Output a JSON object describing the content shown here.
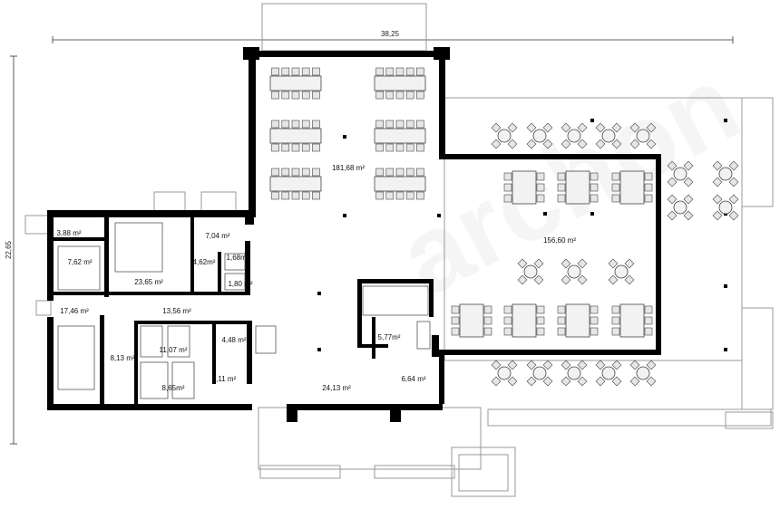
{
  "dimensions": {
    "width": "38,25",
    "height": "22,65"
  },
  "rooms": [
    {
      "id": "r1",
      "area": "181,68 m²"
    },
    {
      "id": "r2",
      "area": "156,60 m²"
    },
    {
      "id": "r3",
      "area": "3,88 m²"
    },
    {
      "id": "r4",
      "area": "7,62 m²"
    },
    {
      "id": "r5",
      "area": "17,46 m²"
    },
    {
      "id": "r6",
      "area": "23,65 m²"
    },
    {
      "id": "r7",
      "area": "7,04 m²"
    },
    {
      "id": "r8",
      "area": "4,62m²"
    },
    {
      "id": "r9",
      "area": "1,68m²"
    },
    {
      "id": "r10",
      "area": "1,80 m²"
    },
    {
      "id": "r11",
      "area": "13,56 m²"
    },
    {
      "id": "r12",
      "area": "11,07 m²"
    },
    {
      "id": "r13",
      "area": "4,48 m²"
    },
    {
      "id": "r14",
      "area": "8,13 m²"
    },
    {
      "id": "r15",
      "area": "7,11 m²"
    },
    {
      "id": "r16",
      "area": "8,65m²"
    },
    {
      "id": "r17",
      "area": "24,13 m²"
    },
    {
      "id": "r18",
      "area": "5,77m²"
    },
    {
      "id": "r19",
      "area": "6,64 m²"
    }
  ],
  "watermark": "archon"
}
